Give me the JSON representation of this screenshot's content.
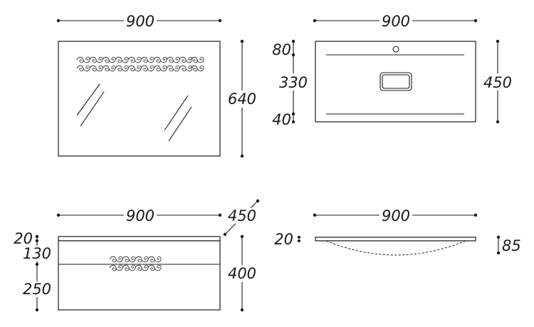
{
  "mirror": {
    "width": "900",
    "height": "640"
  },
  "basin": {
    "width": "900",
    "height": "450",
    "top": "80",
    "middle": "330",
    "bottom": "40"
  },
  "cabinet": {
    "width": "900",
    "depth": "450",
    "height": "400",
    "top_panel": "20",
    "drawer_upper": "130",
    "drawer_lower": "250"
  },
  "basin_side": {
    "width": "900",
    "thickness": "20",
    "depth": "85"
  }
}
